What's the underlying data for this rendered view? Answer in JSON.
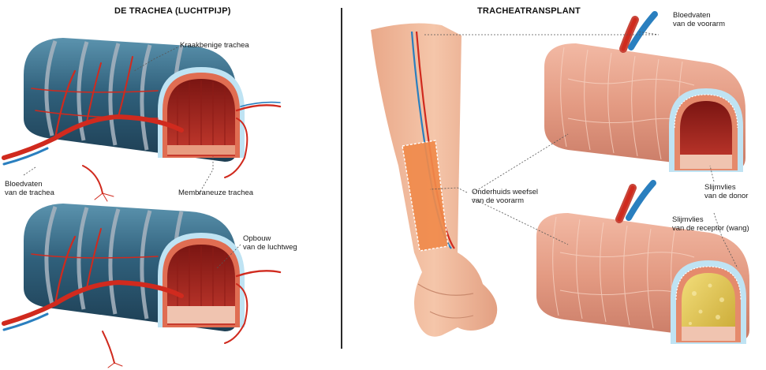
{
  "left_panel": {
    "title": "DE TRACHEA (LUCHTPIJP)",
    "labels": {
      "cartilage": "Kraakbenige trachea",
      "vessels_l1": "Bloedvaten",
      "vessels_l2": "van de trachea",
      "membranous": "Membraneuze trachea",
      "structure_l1": "Opbouw",
      "structure_l2": "van de luchtweg"
    }
  },
  "right_panel": {
    "title": "TRACHEATRANSPLANT",
    "labels": {
      "forearm_vessels_l1": "Bloedvaten",
      "forearm_vessels_l2": "van de voorarm",
      "subcutaneous_l1": "Onderhuids weefsel",
      "subcutaneous_l2": "van de voorarm",
      "donor_mucosa_l1": "Slijmvlies",
      "donor_mucosa_l2": "van de donor",
      "receptor_mucosa_l1": "Slijmvlies",
      "receptor_mucosa_l2": "van de receptor (wang)"
    }
  },
  "colors": {
    "trachea_blue": "#2f5f7a",
    "trachea_blue_light": "#4f86a3",
    "cartilage_ring": "#9aa7b5",
    "blood_red": "#d02a1e",
    "vein_blue": "#2a7fbf",
    "inner_red": "#a8201c",
    "tissue_pink": "#e8a08a",
    "mucosa_light_blue": "#bfe3f3",
    "skin": "#efb89a",
    "graft_orange": "#f08a4b",
    "mucosa_yellow": "#e3c64a"
  }
}
